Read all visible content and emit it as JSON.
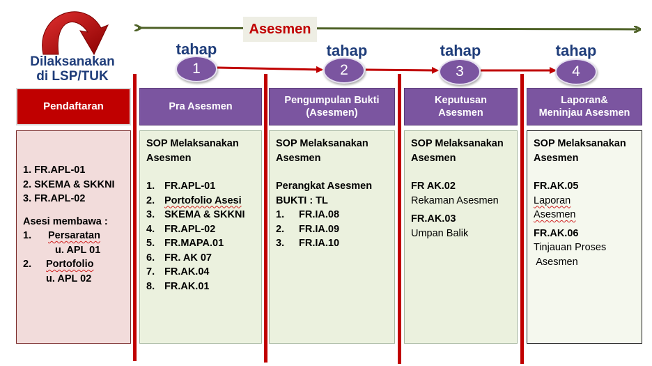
{
  "top_label": "Asesmen",
  "left_title": [
    "Dilaksanakan",
    "di LSP/TUK"
  ],
  "stages": [
    {
      "tahap": "tahap",
      "number": "1"
    },
    {
      "tahap": "tahap",
      "number": "2"
    },
    {
      "tahap": "tahap",
      "number": "3"
    },
    {
      "tahap": "tahap",
      "number": "4"
    }
  ],
  "colors": {
    "accent_red": "#c00000",
    "purple": "#7b55a0",
    "green_box": "#ebf1de",
    "pink_box": "#f2dcdb",
    "title_blue": "#1f3d7a",
    "arrow_green": "#4f6228"
  },
  "columns": {
    "pendaftaran": {
      "header": "Pendaftaran",
      "items": [
        "1. FR.APL-01",
        "2. SKEMA & SKKNI",
        "3. FR.APL-02"
      ],
      "asesi_label": "Asesi membawa :",
      "asesi_items": [
        {
          "num": "1.",
          "label": "Persaratan",
          "sub": "u. APL 01"
        },
        {
          "num": "2.",
          "label": "Portofolio",
          "sub": "u. APL 02"
        }
      ]
    },
    "pra_asesmen": {
      "header": "Pra Asesmen",
      "title": [
        "SOP Melaksanakan",
        "Asesmen"
      ],
      "items": [
        {
          "num": "1.",
          "text": "FR.APL-01"
        },
        {
          "num": "2.",
          "text": "Portofolio Asesi"
        },
        {
          "num": "3.",
          "text": "SKEMA & SKKNI"
        },
        {
          "num": "4.",
          "text": "FR.APL-02"
        },
        {
          "num": "5.",
          "text": "FR.MAPA.01"
        },
        {
          "num": "6.",
          "text": "FR. AK 07"
        },
        {
          "num": "7.",
          "text": "FR.AK.04"
        },
        {
          "num": "8.",
          "text": "FR.AK.01"
        }
      ]
    },
    "pengumpulan": {
      "header": [
        "Pengumpulan Bukti",
        "(Asesmen)"
      ],
      "title": [
        "SOP Melaksanakan",
        "Asesmen"
      ],
      "sub": [
        "Perangkat Asesmen",
        "BUKTI : TL"
      ],
      "items": [
        {
          "num": "1.",
          "text": "FR.IA.08"
        },
        {
          "num": "2.",
          "text": "FR.IA.09"
        },
        {
          "num": "3.",
          "text": "FR.IA.10"
        }
      ]
    },
    "keputusan": {
      "header": [
        "Keputusan",
        "Asesmen"
      ],
      "title": [
        "SOP Melaksanakan",
        "Asesmen"
      ],
      "entries": [
        {
          "code": "FR AK.02",
          "desc": [
            "Rekaman Asesmen"
          ]
        },
        {
          "code": "FR.AK.03",
          "desc": [
            "Umpan Balik"
          ]
        }
      ]
    },
    "laporan": {
      "header": [
        "Laporan&",
        "Meninjau Asesmen"
      ],
      "title": [
        "SOP Melaksanakan",
        "Asesmen"
      ],
      "entries": [
        {
          "code": "FR.AK.05",
          "desc": [
            "Laporan",
            "Asesmen"
          ]
        },
        {
          "code": "FR.AK.06",
          "desc": [
            "Tinjauan Proses",
            " Asesmen"
          ]
        }
      ]
    }
  }
}
